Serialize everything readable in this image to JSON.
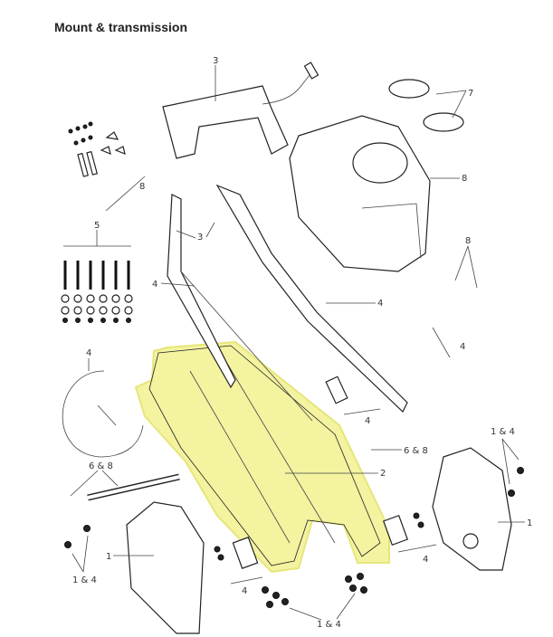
{
  "title": "Mount & transmission",
  "highlight_color": "#f3f3a0",
  "labels": [
    "3",
    "7",
    "8",
    "8",
    "5",
    "3",
    "8",
    "4",
    "4",
    "4",
    "4",
    "4",
    "6 & 8",
    "2",
    "1 & 4",
    "6 & 8",
    "1",
    "1",
    "1 & 4",
    "4",
    "4",
    "1 & 4"
  ]
}
